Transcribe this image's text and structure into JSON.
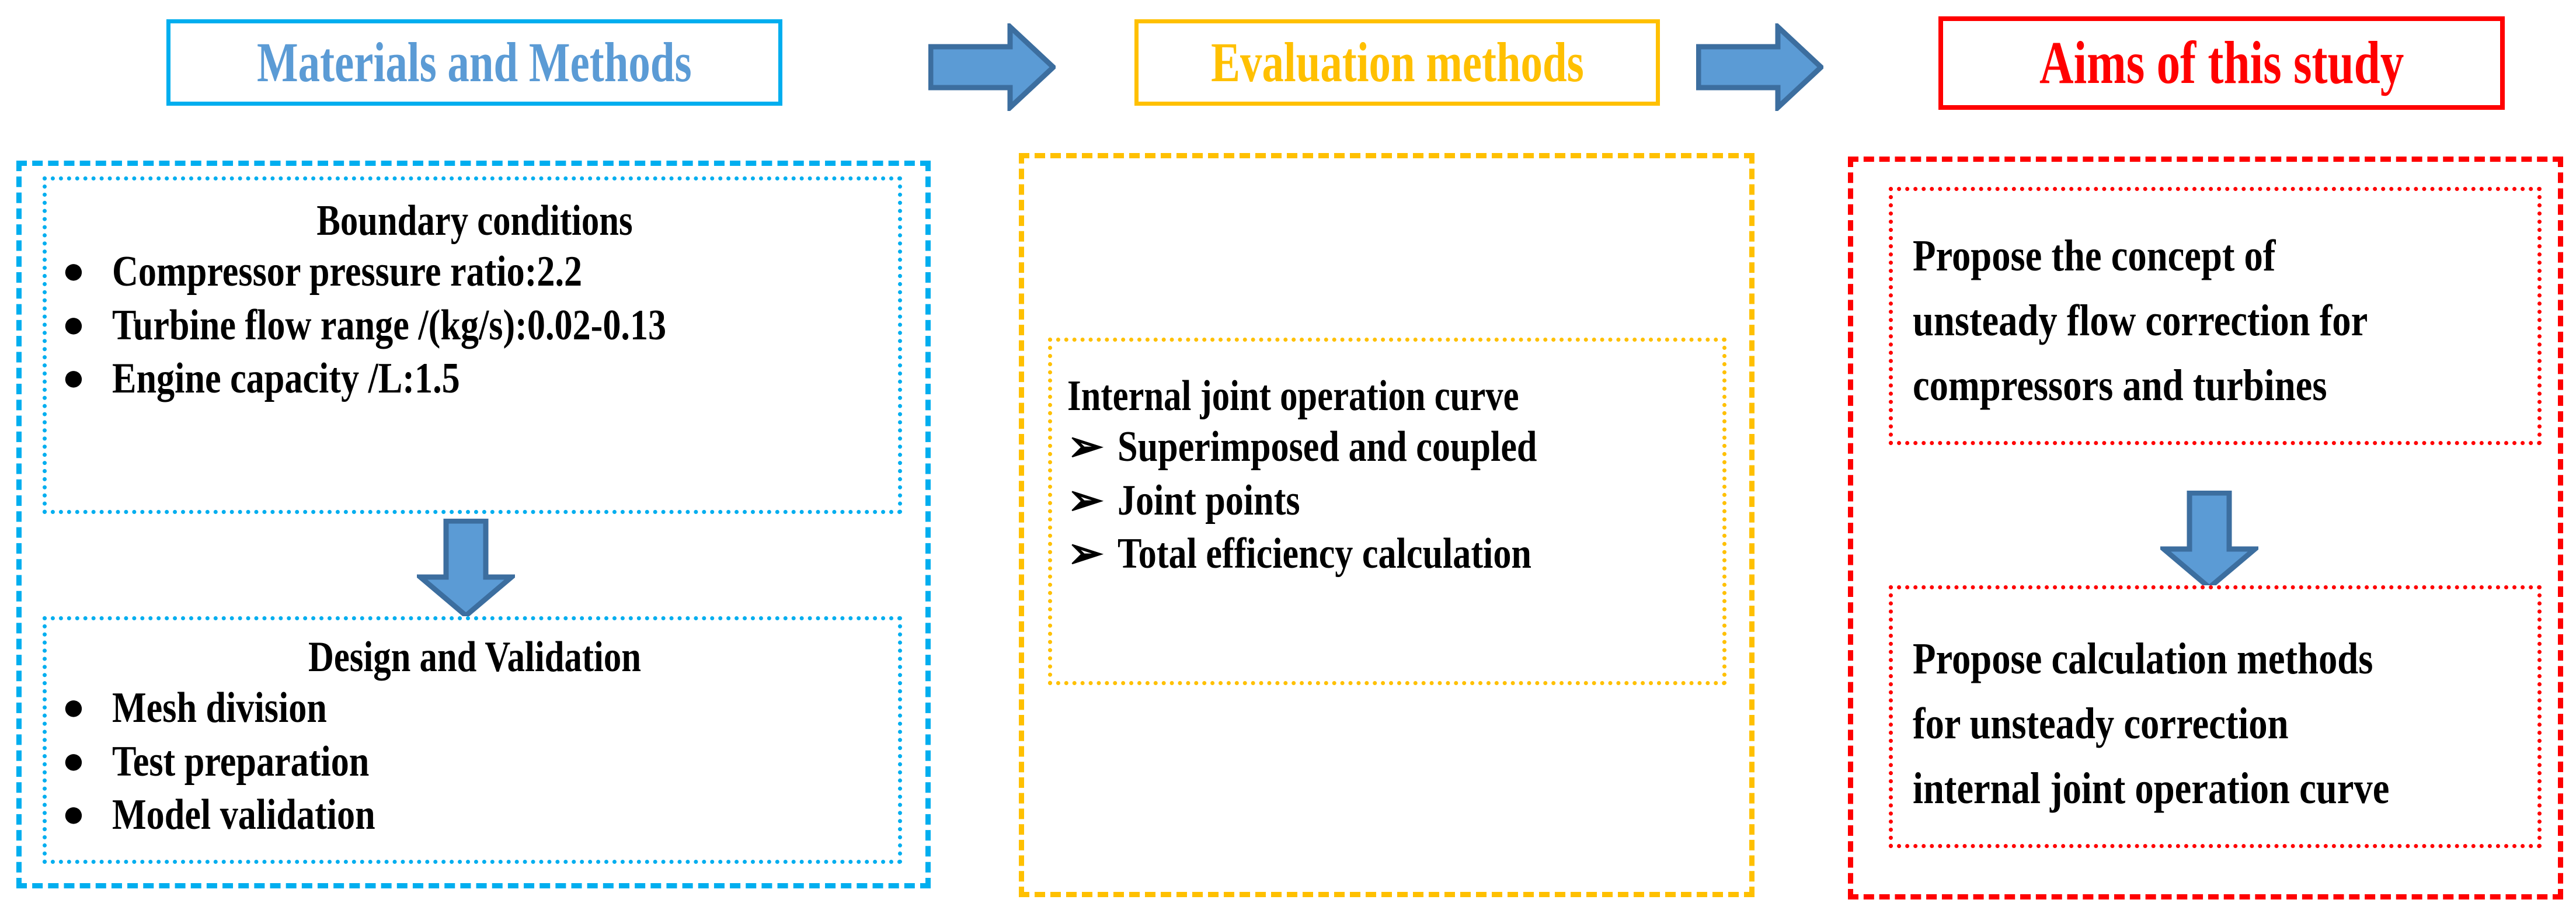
{
  "headers": [
    {
      "label": "Materials and Methods",
      "color": "#5B9BD5",
      "border": "#00AEEF"
    },
    {
      "label": "Evaluation methods",
      "color": "#FFC000",
      "border": "#FFC000"
    },
    {
      "label": "Aims of this study",
      "color": "#FF0000",
      "border": "#FF0000"
    }
  ],
  "arrows": {
    "fill": "#5B9BD5",
    "stroke": "#3C6E9F",
    "right_1": "flow-arrow-right",
    "right_2": "flow-arrow-right",
    "down_left": "flow-arrow-down",
    "down_right": "flow-arrow-down"
  },
  "columns": {
    "materials": {
      "accent": "#00AEEF",
      "panels": [
        {
          "title": "Boundary conditions",
          "bullet_glyph": "●",
          "items": [
            "Compressor pressure ratio:2.2",
            "Turbine flow range /(kg/s):0.02-0.13",
            "Engine capacity /L:1.5"
          ]
        },
        {
          "title": "Design and Validation",
          "bullet_glyph": "●",
          "items": [
            "Mesh division",
            "Test preparation",
            "Model validation"
          ]
        }
      ]
    },
    "evaluation": {
      "accent": "#FFC000",
      "panels": [
        {
          "title": "Internal joint operation curve",
          "bullet_glyph": "➢",
          "items": [
            "Superimposed and coupled",
            "Joint points",
            "Total efficiency calculation"
          ]
        }
      ]
    },
    "aims": {
      "accent": "#FF0000",
      "panels": [
        {
          "lines": [
            "Propose the concept of",
            "unsteady flow correction for",
            "compressors and turbines"
          ]
        },
        {
          "lines": [
            "Propose  calculation methods",
            "for unsteady correction",
            "internal joint operation curve"
          ]
        }
      ]
    }
  }
}
